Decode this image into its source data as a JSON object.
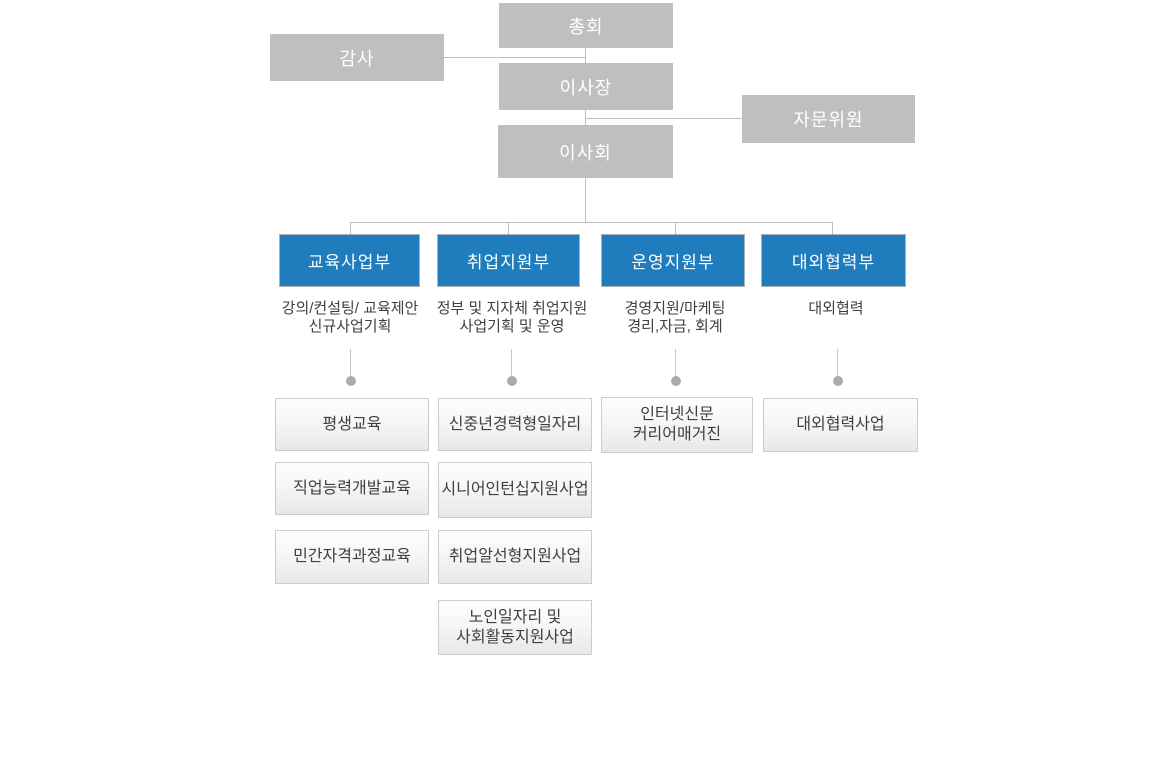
{
  "colors": {
    "department_blue": "#1f7dbe",
    "executive_gray": "#bfbfbf",
    "connector_line": "#bdbdbd",
    "dot_gray": "#ababab",
    "leaf_border": "#cccccc",
    "text_dark": "#3f3f3f",
    "text_white": "#ffffff"
  },
  "org": {
    "executives": {
      "general_assembly": "총회",
      "auditor": "감사",
      "chairman": "이사장",
      "advisory_committee": "자문위원",
      "board_of_directors": "이사회"
    },
    "departments": [
      {
        "label": "교육사업부",
        "description": [
          "강의/컨설팅/ 교육제안",
          "신규사업기획"
        ]
      },
      {
        "label": "취업지원부",
        "description": [
          "정부 및 지자체 취업지원",
          "사업기획 및 운영"
        ]
      },
      {
        "label": "운영지원부",
        "description": [
          "경영지원/마케팅",
          "경리,자금, 회계"
        ]
      },
      {
        "label": "대외협력부",
        "description": [
          "대외협력"
        ]
      }
    ],
    "programs": {
      "education": [
        "평생교육",
        "직업능력개발교육",
        "민간자격과정교육"
      ],
      "employment": [
        "신중년경력형일자리",
        "시니어인턴십지원사업",
        "취업알선형지원사업"
      ],
      "employment_senior": [
        "노인일자리 및",
        "사회활동지원사업"
      ],
      "operations": [
        "인터넷신문",
        "커리어매거진"
      ],
      "external": [
        "대외협력사업"
      ]
    }
  }
}
